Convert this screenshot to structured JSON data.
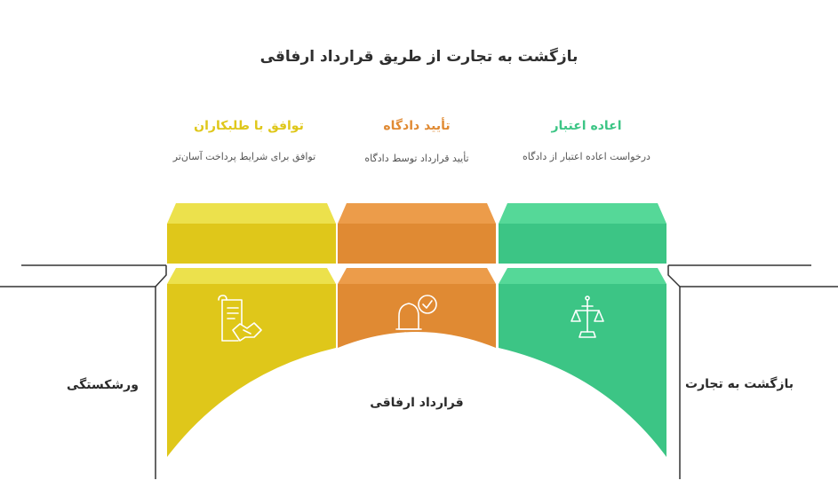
{
  "title": "بازگشت به تجارت از طریق قرارداد ارفاقی",
  "columns": [
    {
      "title": "اعاده اعتبار",
      "description": "درخواست اعاده اعتبار از دادگاه",
      "color": "#3cc585",
      "icon": "scales-icon"
    },
    {
      "title": "تأیید دادگاه",
      "description": "تأیید قرارداد توسط دادگاه",
      "color": "#e08a33",
      "icon": "bell-check-icon"
    },
    {
      "title": "توافق با طلبکاران",
      "description": "توافق برای شرایط پرداخت آسان‌تر",
      "color": "#dfc71a",
      "icon": "contract-handshake-icon"
    }
  ],
  "left_label": "ورشکستگی",
  "right_label": "بازگشت به تجارت",
  "center_label": "قرارداد ارفاقی"
}
